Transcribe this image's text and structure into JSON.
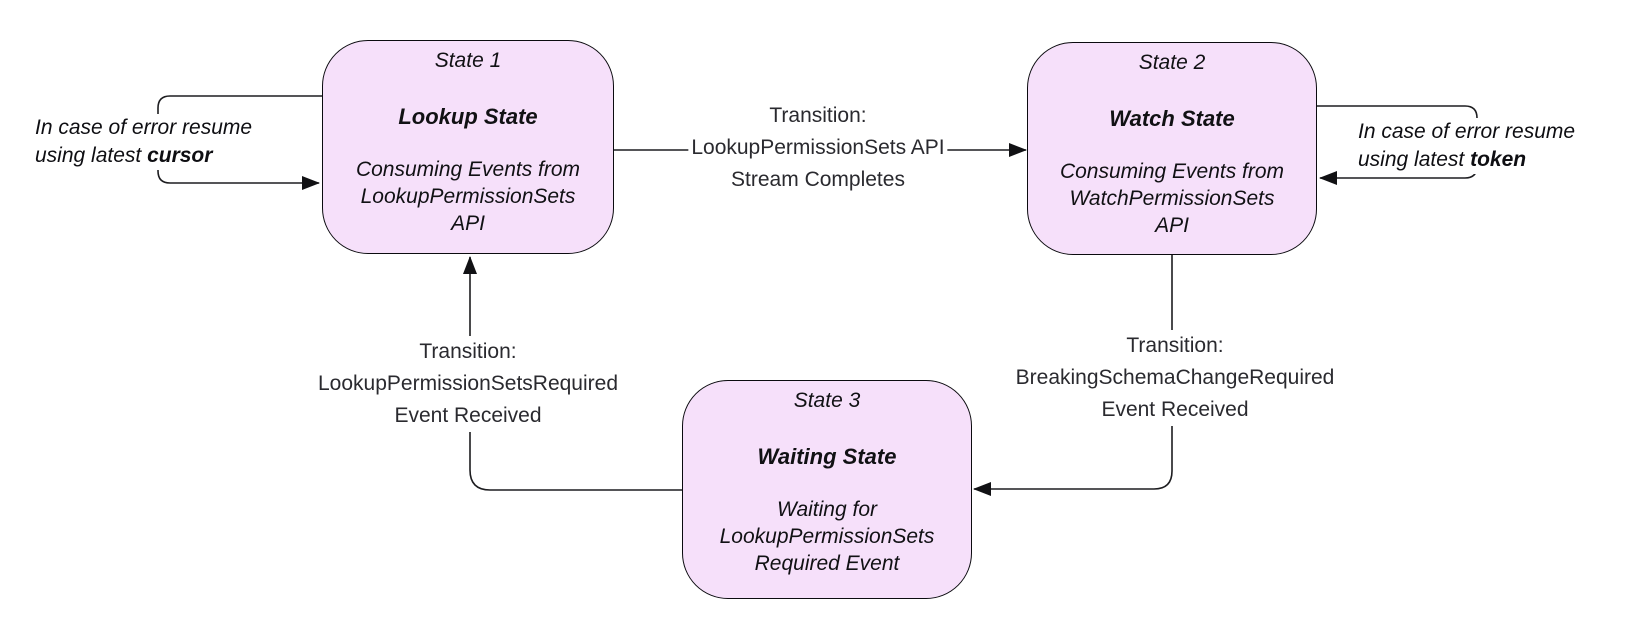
{
  "colors": {
    "state_fill": "#F6E0FA",
    "state_border": "#0b0b0f",
    "connector_line": "#1d1d20",
    "transition_text": "#2a2a2f",
    "state_text": "#111114"
  },
  "states": [
    {
      "id": "State 1",
      "name": "Lookup State",
      "desc": [
        "Consuming Events from",
        "LookupPermissionSets",
        "API"
      ]
    },
    {
      "id": "State 2",
      "name": "Watch State",
      "desc": [
        "Consuming Events from",
        "WatchPermissionSets",
        "API"
      ]
    },
    {
      "id": "State 3",
      "name": "Waiting State",
      "desc": [
        "Waiting for",
        "LookupPermissionSets",
        "Required Event"
      ]
    }
  ],
  "transitions": [
    {
      "from": "State 1",
      "to": "State 2",
      "lines": [
        "Transition:",
        "LookupPermissionSets API",
        "Stream Completes"
      ]
    },
    {
      "from": "State 2",
      "to": "State 3",
      "lines": [
        "Transition:",
        "BreakingSchemaChangeRequired",
        "Event Received"
      ]
    },
    {
      "from": "State 3",
      "to": "State 1",
      "lines": [
        "Transition:",
        "LookupPermissionSetsRequired",
        "Event Received"
      ]
    }
  ],
  "loops": [
    {
      "on": "State 1",
      "line1": "In case of error resume",
      "line2_prefix": "using latest ",
      "line2_bold": "cursor"
    },
    {
      "on": "State 2",
      "line1": "In case of error resume",
      "line2_prefix": "using latest ",
      "line2_bold": "token"
    }
  ]
}
